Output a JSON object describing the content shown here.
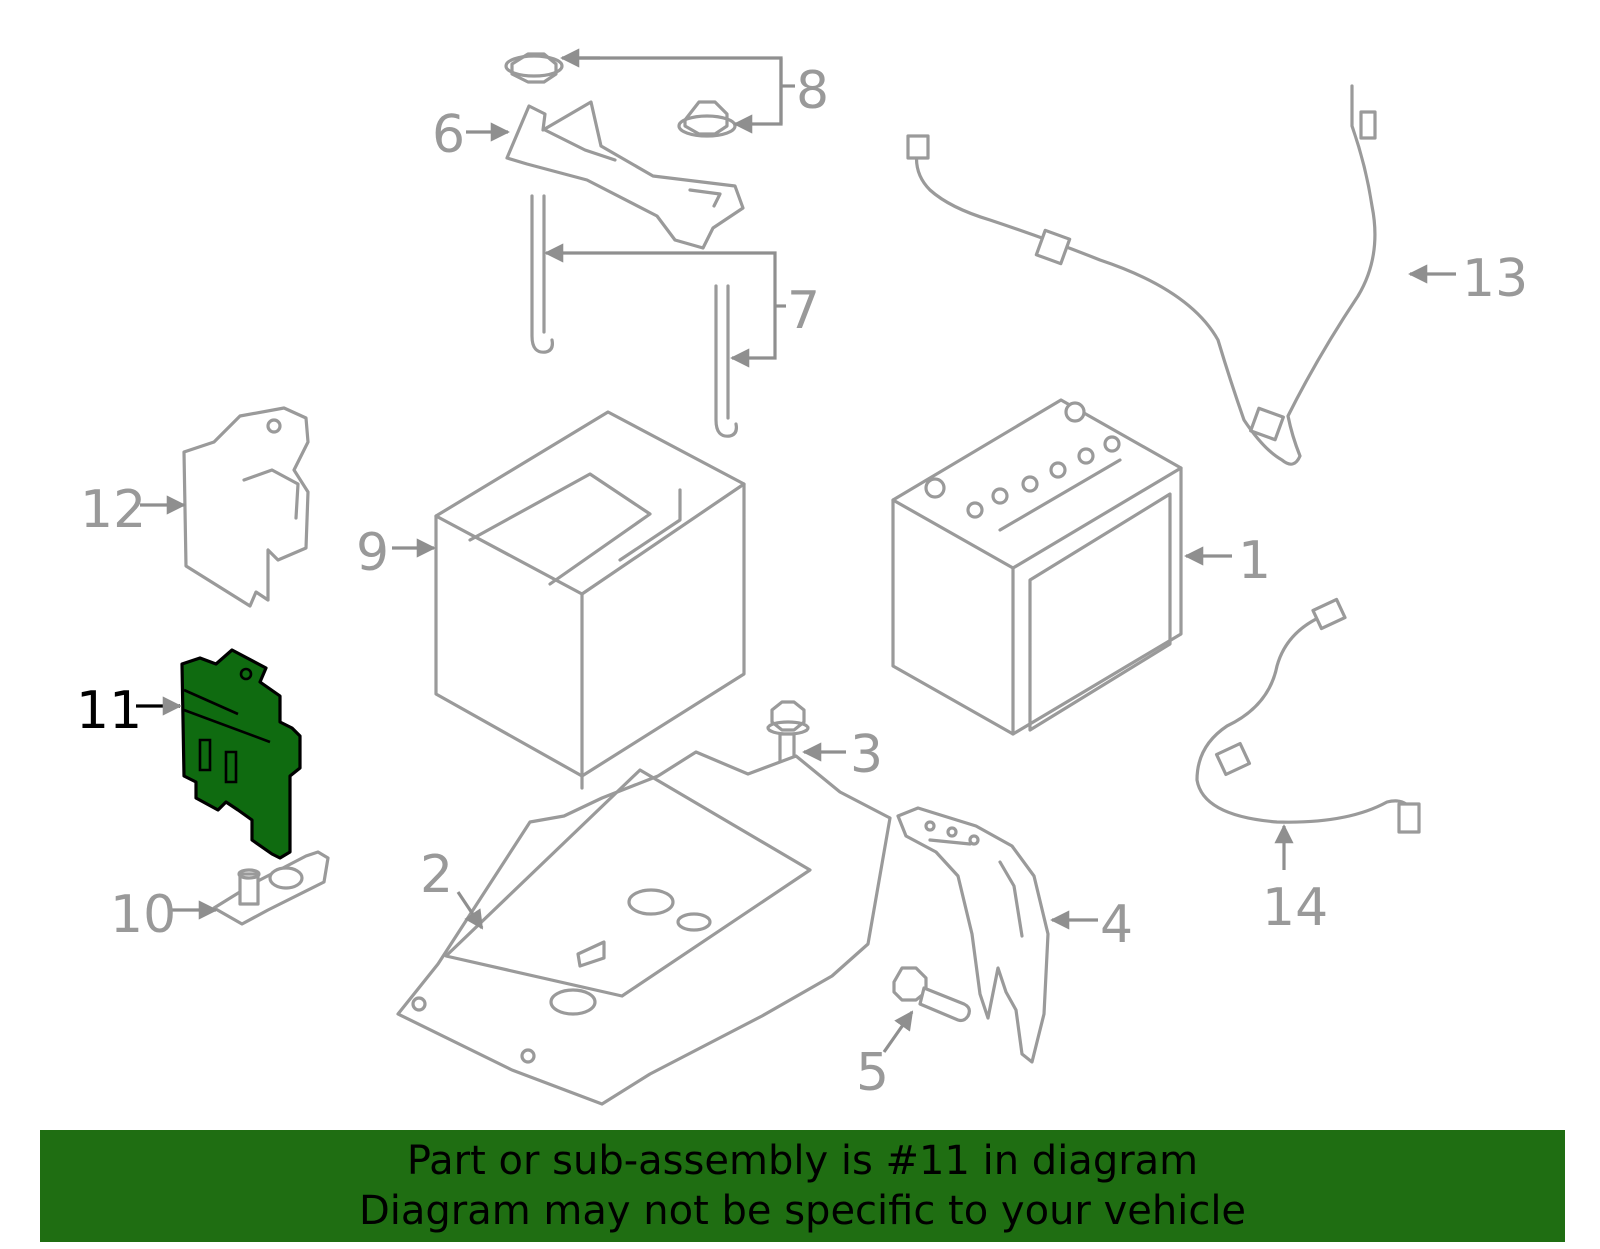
{
  "callouts": {
    "c1": "1",
    "c2": "2",
    "c3": "3",
    "c4": "4",
    "c5": "5",
    "c6": "6",
    "c7": "7",
    "c8": "8",
    "c9": "9",
    "c10": "10",
    "c11": "11",
    "c12": "12",
    "c13": "13",
    "c14": "14"
  },
  "highlighted_part": "11",
  "colors": {
    "highlight": "#1f6e12",
    "parts": "#9a9a9a",
    "callout_text": "#999999"
  },
  "banner": {
    "line1": "Part or sub-assembly is #11 in diagram",
    "line2": "Diagram may not be specific to your vehicle"
  }
}
